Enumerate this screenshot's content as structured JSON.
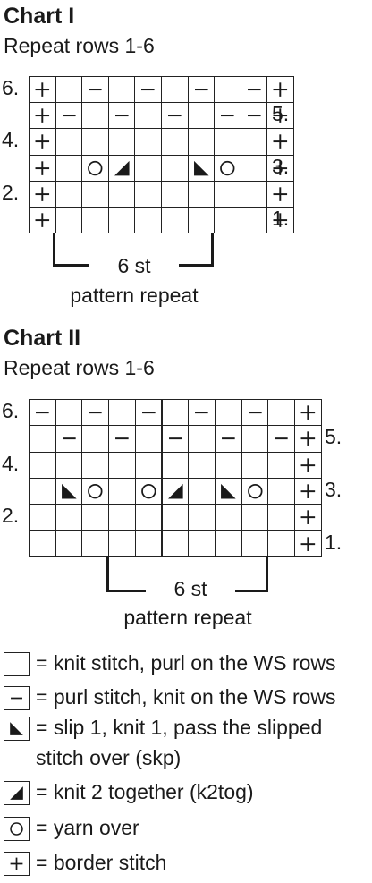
{
  "charts": [
    {
      "title": "Chart I",
      "subtitle": "Repeat rows 1-6",
      "cols": 10,
      "repeat_label": "6 st",
      "repeat_text": "pattern repeat",
      "rows": [
        {
          "label": "6.",
          "side": "left",
          "cells": [
            "+",
            "",
            "-",
            "",
            "-",
            "",
            "-",
            "",
            "-",
            "+"
          ]
        },
        {
          "label": "5.",
          "side": "right",
          "cells": [
            "+",
            "-",
            "",
            "-",
            "",
            "-",
            "",
            "-",
            "-",
            "+"
          ]
        },
        {
          "label": "4.",
          "side": "left",
          "cells": [
            "+",
            "",
            "",
            "",
            "",
            "",
            "",
            "",
            "",
            "+"
          ]
        },
        {
          "label": "3.",
          "side": "right",
          "cells": [
            "+",
            "",
            "yo",
            "k2tog",
            "",
            "",
            "skp",
            "yo",
            "",
            "+"
          ]
        },
        {
          "label": "2.",
          "side": "left",
          "cells": [
            "+",
            "",
            "",
            "",
            "",
            "",
            "",
            "",
            "",
            "+"
          ]
        },
        {
          "label": "1.",
          "side": "right",
          "cells": [
            "+",
            "",
            "",
            "",
            "",
            "",
            "",
            "",
            "",
            "+"
          ]
        }
      ]
    },
    {
      "title": "Chart II",
      "subtitle": "Repeat rows 1-6",
      "cols": 11,
      "repeat_label": "6 st",
      "repeat_text": "pattern repeat",
      "rows": [
        {
          "label": "6.",
          "side": "left",
          "cells": [
            "-",
            "",
            "-",
            "",
            "-",
            "",
            "-",
            "",
            "-",
            "",
            "+"
          ]
        },
        {
          "label": "5.",
          "side": "right",
          "cells": [
            "",
            "-",
            "",
            "-",
            "",
            "-",
            "",
            "-",
            "",
            "-",
            "+"
          ]
        },
        {
          "label": "4.",
          "side": "left",
          "cells": [
            "",
            "",
            "",
            "",
            "",
            "",
            "",
            "",
            "",
            "",
            "+"
          ]
        },
        {
          "label": "3.",
          "side": "right",
          "cells": [
            "",
            "skp",
            "yo",
            "",
            "yo",
            "k2tog",
            "",
            "skp",
            "yo",
            "",
            "+"
          ]
        },
        {
          "label": "2.",
          "side": "left",
          "cells": [
            "",
            "",
            "",
            "",
            "",
            "",
            "",
            "",
            "",
            "",
            "+"
          ]
        },
        {
          "label": "1.",
          "side": "right",
          "cells": [
            "",
            "",
            "",
            "",
            "",
            "",
            "",
            "",
            "",
            "",
            "+"
          ]
        }
      ]
    }
  ],
  "legend": [
    {
      "symbol": "knit",
      "text": "= knit stitch, purl on the WS rows"
    },
    {
      "symbol": "purl",
      "text": "= purl stitch, knit on the WS rows"
    },
    {
      "symbol": "skp",
      "text": "= slip 1, knit 1, pass the slipped",
      "text2": "stitch over (skp)"
    },
    {
      "symbol": "k2tog",
      "text": "=  knit 2 together (k2tog)"
    },
    {
      "symbol": "yo",
      "text": "= yarn over"
    },
    {
      "symbol": "border",
      "text": "= border stitch"
    }
  ]
}
